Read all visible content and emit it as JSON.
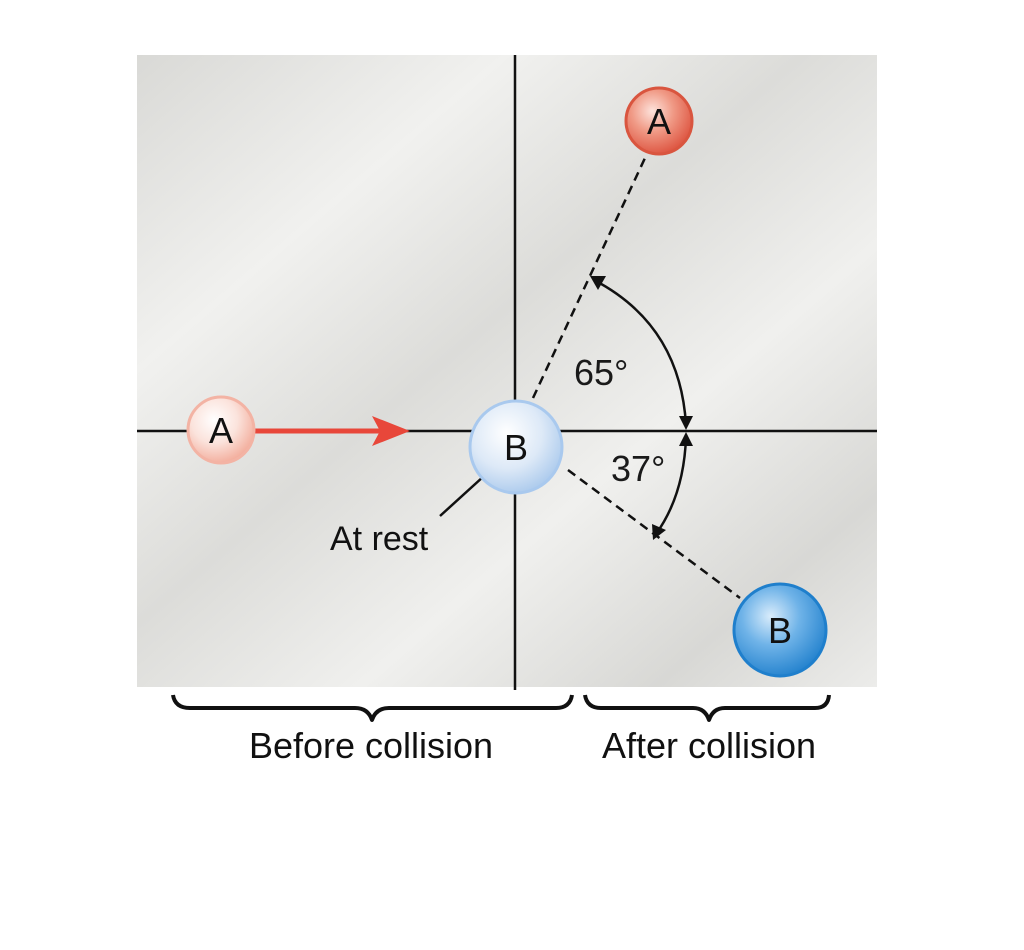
{
  "balls": {
    "a_before": {
      "label": "A"
    },
    "b_center": {
      "label": "B"
    },
    "a_after": {
      "label": "A"
    },
    "b_after": {
      "label": "B"
    }
  },
  "angles": {
    "upper": "65°",
    "lower": "37°"
  },
  "annotations": {
    "at_rest": "At rest"
  },
  "braces": {
    "before": "Before collision",
    "after": "After collision"
  },
  "colors": {
    "ball_a_light": "#f7c9bd",
    "ball_a": "#e8705c",
    "ball_b_light": "#cfe1f5",
    "ball_b": "#2e8fd6",
    "arrow": "#e8473a",
    "panel": "#e7e7e3"
  }
}
